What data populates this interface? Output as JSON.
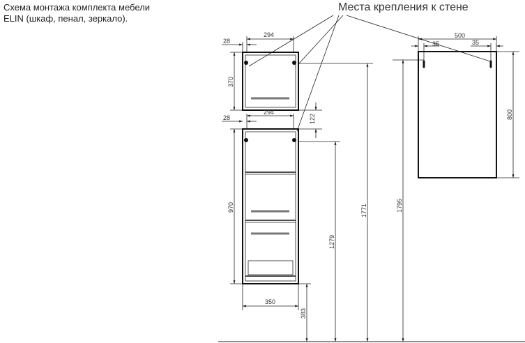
{
  "caption": {
    "line1": "Схема монтажа комплекта мебели",
    "line2": "ELIN (шкаф, пенал, зеркало)."
  },
  "callout": "Места крепления к стене",
  "dimensions": {
    "cabinet_width_top": "294",
    "cabinet_offset_top": "28",
    "cabinet_height": "370",
    "gap": "122",
    "pencil_width_top": "294",
    "pencil_offset_top": "28",
    "pencil_height": "970",
    "pencil_depth": "350",
    "pencil_floor_gap": "383",
    "pencil_mount_height": "1279",
    "cabinet_mount_height": "1771",
    "mirror_mount_height": "1795",
    "mirror_width": "500",
    "mirror_left_offset": "35",
    "mirror_right_offset": "35",
    "mirror_height": "800"
  }
}
